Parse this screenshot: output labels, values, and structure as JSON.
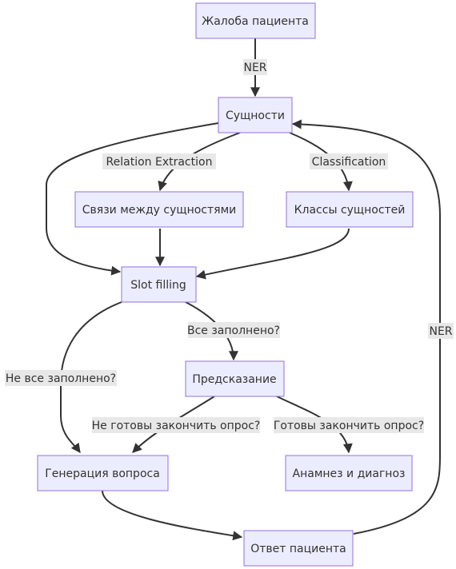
{
  "nodes": {
    "complaint": "Жалоба пациента",
    "entities": "Сущности",
    "relations": "Связи между сущностями",
    "entity_classes": "Классы сущностей",
    "slot_filling": "Slot filling",
    "prediction": "Предсказание",
    "question_generation": "Генерация вопроса",
    "anamnesis_diagnosis": "Анамнез и диагноз",
    "patient_answer": "Ответ пациента"
  },
  "edges": {
    "ner_top": "NER",
    "relation_extraction": "Relation Extraction",
    "classification": "Classification",
    "all_filled": "Все заполнено?",
    "not_all_filled": "Не все заполнено?",
    "not_ready": "Не готовы закончить опрос?",
    "ready": "Готовы закончить опрос?",
    "ner_loop": "NER"
  },
  "colors": {
    "node_fill": "#ECECFF",
    "node_stroke": "#9370DB",
    "edge": "#333333",
    "label_bg": "#e8e8e8",
    "text": "#333333"
  }
}
